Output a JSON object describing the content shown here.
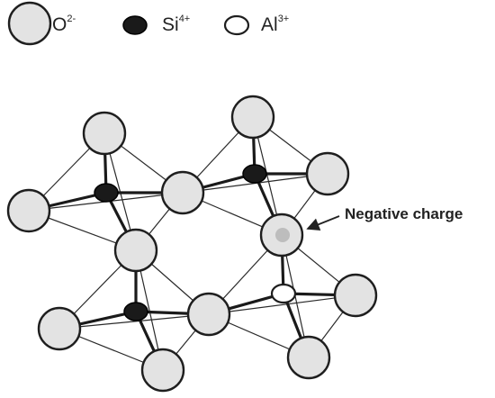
{
  "legend": {
    "oxygen": {
      "symbol": "O",
      "charge": "2-"
    },
    "silicon": {
      "symbol": "Si",
      "charge": "4+"
    },
    "aluminum": {
      "symbol": "Al",
      "charge": "3+"
    }
  },
  "callout": {
    "label": "Negative charge"
  },
  "colors": {
    "oxygen_fill": "#e3e3e3",
    "silicon_fill": "#1a1a1a",
    "aluminum_fill": "#ffffff",
    "charge_center": "#bdbdbd"
  }
}
